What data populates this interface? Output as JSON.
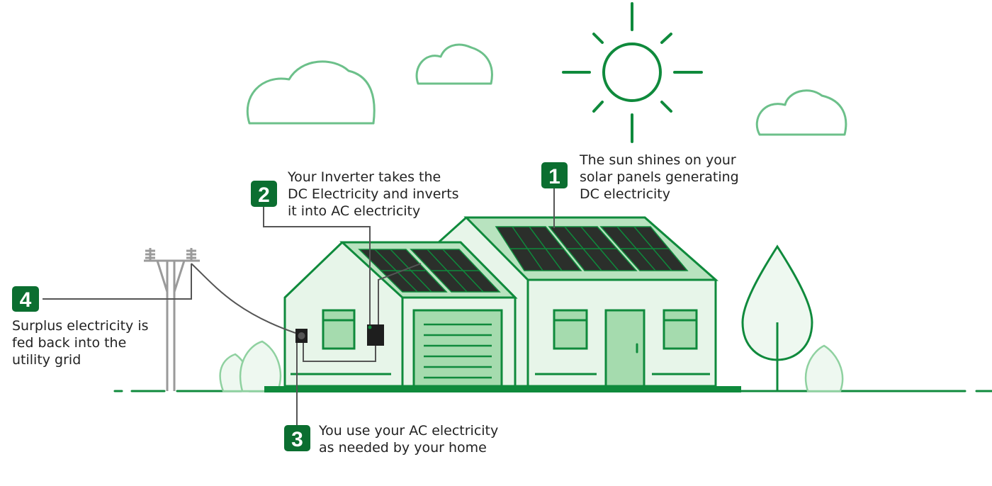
{
  "steps": [
    {
      "number": "1",
      "lines": [
        "The sun shines on your",
        "solar panels generating",
        "DC electricity"
      ]
    },
    {
      "number": "2",
      "lines": [
        "Your Inverter takes the",
        "DC Electricity and inverts",
        "it into AC electricity"
      ]
    },
    {
      "number": "3",
      "lines": [
        "You use your AC electricity",
        "as needed by your home"
      ]
    },
    {
      "number": "4",
      "lines": [
        "Surplus electricity is",
        "fed back into the",
        "utility grid"
      ]
    }
  ],
  "colors": {
    "brand_green": "#0f8a3c",
    "badge_green": "#0b6e30",
    "light_green": "#e8f5ea",
    "mid_green": "#a9dcae",
    "outline_green": "#6cc08a",
    "panel_dark": "#2b2f2b"
  }
}
